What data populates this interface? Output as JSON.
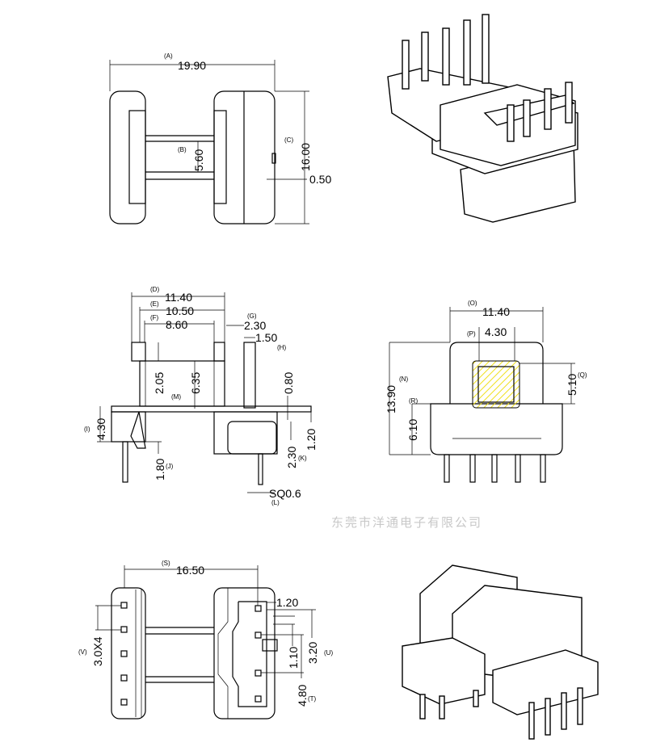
{
  "watermark": "东莞市洋通电子有限公司",
  "top_view": {
    "A": {
      "label": "(A)",
      "value": "19.90"
    },
    "B": {
      "label": "(B)",
      "value": "5.60"
    },
    "C": {
      "label": "(C)",
      "value": "16.00"
    },
    "extra": "0.50"
  },
  "side_view": {
    "D": {
      "label": "(D)",
      "value": "11.40"
    },
    "E": {
      "label": "(E)",
      "value": "10.50"
    },
    "F": {
      "label": "(F)",
      "value": "8.60"
    },
    "G": {
      "label": "(G)",
      "value": "2.30"
    },
    "H": {
      "label": "(H)",
      "value": "1.50"
    },
    "M": {
      "label": "(M)",
      "value": "6.35"
    },
    "v205": "2.05",
    "v080": "0.80",
    "I": {
      "label": "(I)",
      "value": "4.30"
    },
    "J": {
      "label": "(J)",
      "value": "1.80"
    },
    "K": {
      "label": "(K)",
      "value": "2.30"
    },
    "v120": "1.20",
    "L": {
      "label": "(L)",
      "value": "SQ0.6"
    }
  },
  "front_view": {
    "O": {
      "label": "(O)",
      "value": "11.40"
    },
    "P": {
      "label": "(P)",
      "value": "4.30"
    },
    "N": {
      "label": "(N)",
      "value": "13.90"
    },
    "Q": {
      "label": "(Q)",
      "value": "5.10"
    },
    "R": {
      "label": "(R)",
      "value": "6.10"
    }
  },
  "bottom_view": {
    "S": {
      "label": "(S)",
      "value": "16.50"
    },
    "V": {
      "label": "(V)",
      "value": "3.0X4"
    },
    "v120": "1.20",
    "v110": "1.10",
    "U": {
      "label": "(U)",
      "value": "3.20"
    },
    "T": {
      "label": "(T)",
      "value": "4.80"
    }
  },
  "colors": {
    "hatch": "#f0e020",
    "line": "#000000"
  }
}
